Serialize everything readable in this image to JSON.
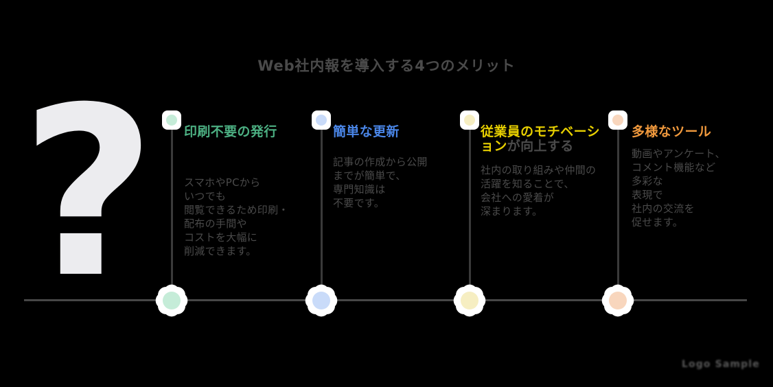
{
  "title": "Web社内報を導入する4つのメリット",
  "question_mark": "?",
  "watermark": "Logo Sample",
  "accent_colors": {
    "green": "#4caf82",
    "blue": "#4a86e8",
    "yellow": "#e7cf00",
    "orange": "#f0993d"
  },
  "node_colors": {
    "green": "#c5ecd8",
    "blue": "#c9dbf9",
    "yellow": "#f6eec2",
    "orange": "#f8d6bd"
  },
  "background_color": "#000000",
  "body_text_color": "#4a4a4a",
  "columns": [
    {
      "heading": "印刷不要の発行",
      "body": [
        "スマホやPCから",
        "いつでも",
        "閲覧できるため印刷・",
        "配布の手間や",
        "コストを大幅に",
        "削減できます。"
      ]
    },
    {
      "heading": "簡単な更新",
      "body": [
        "記事の作成から公開",
        "までが簡単で、",
        "専門知識は",
        "不要です。"
      ]
    },
    {
      "heading": "従業員のモチベーション",
      "heading_suffix": "が向上する",
      "body": [
        "社内の取り組みや仲間の",
        "活躍を知ることで、",
        "会社への愛着が",
        "深まります。"
      ]
    },
    {
      "heading": "多様なツール",
      "body": [
        "動画やアンケート、",
        "コメント機能など",
        "多彩な",
        "表現で",
        "社内の交流を",
        "促せます。"
      ]
    }
  ]
}
